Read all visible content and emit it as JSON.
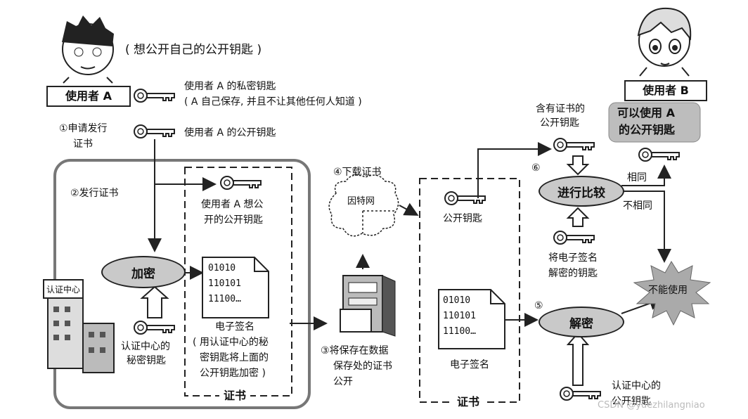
{
  "header": {
    "subtitle": "( 想公开自己的公开钥匙 )"
  },
  "userA": {
    "label": "使用者 A",
    "private_key_line1": "使用者 A 的私密钥匙",
    "private_key_line2": "( A 自己保存, 并且不让其他任何人知道 )",
    "public_key": "使用者 A 的公开钥匙"
  },
  "steps": {
    "s1_l1": "①申请发行",
    "s1_l2": "证书",
    "s2": "②发行证书",
    "s3_l1": "③将保存在数据",
    "s3_l2": "保存处的证书",
    "s3_l3": "公开",
    "s4": "④下载证书",
    "s5": "⑤",
    "s6": "⑥"
  },
  "ca": {
    "building_sign": "认证中心",
    "encrypt": "加密",
    "key_l1": "认证中心的",
    "key_l2": "秘密钥匙"
  },
  "cert1": {
    "pubkey_l1": "使用者 A 想公",
    "pubkey_l2": "开的公开钥匙",
    "doc_lines": [
      "01010",
      "110101",
      "11100…"
    ],
    "sig_title": "电子签名",
    "sig_d1": "( 用认证中心的秘",
    "sig_d2": "密钥匙将上面的",
    "sig_d3": "公开钥匙加密 )",
    "label": "证书"
  },
  "internet": {
    "label": "因特网"
  },
  "cert2": {
    "pubkey": "公开钥匙",
    "doc_lines": [
      "01010",
      "110101",
      "11100…"
    ],
    "sig": "电子签名",
    "label": "证书"
  },
  "userB": {
    "label": "使用者 B",
    "can_use_l1": "可以使用 A",
    "can_use_l2": "的公开钥匙",
    "cert_key_l1": "含有证书的",
    "cert_key_l2": "公开钥匙",
    "compare": "进行比较",
    "same": "相同",
    "not_same": "不相同",
    "cannot_use": "不能使用",
    "decrypt_key_l1": "将电子签名",
    "decrypt_key_l2": "解密的钥匙",
    "decrypt": "解密",
    "ca_key_l1": "认证中心的",
    "ca_key_l2": "公开钥匙"
  },
  "watermark": "CSDN @yuezhilangniao"
}
